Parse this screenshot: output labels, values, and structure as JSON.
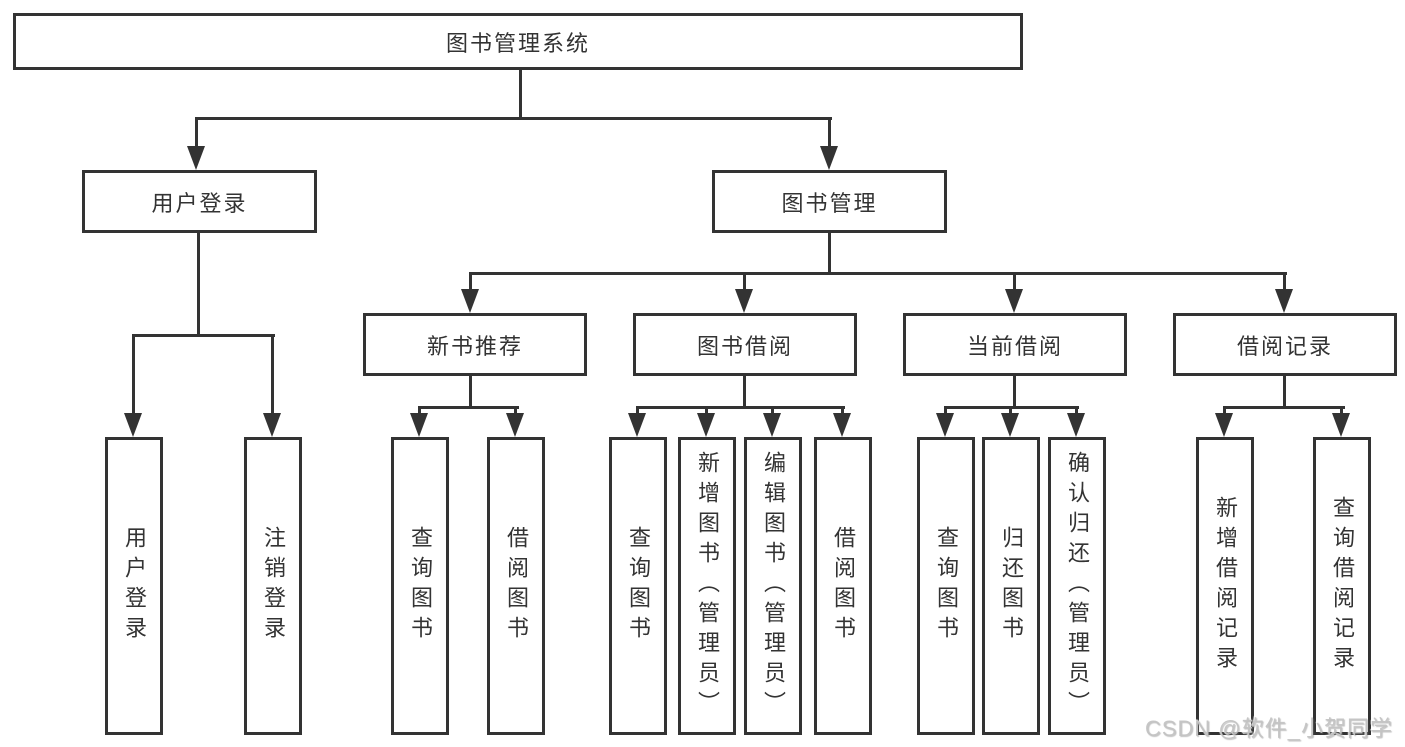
{
  "diagram": {
    "title": "图书管理系统",
    "root": {
      "label": "图书管理系统"
    },
    "level2": [
      {
        "label": "用户登录"
      },
      {
        "label": "图书管理"
      }
    ],
    "level3": [
      {
        "label": "新书推荐"
      },
      {
        "label": "图书借阅"
      },
      {
        "label": "当前借阅"
      },
      {
        "label": "借阅记录"
      }
    ],
    "children": {
      "user_login": [
        "用户登录",
        "注销登录"
      ],
      "new_books": [
        "查询图书",
        "借阅图书"
      ],
      "book_borrow": [
        "查询图书",
        "新增图书（管理员）",
        "编辑图书（管理员）",
        "借阅图书"
      ],
      "current_borrow": [
        "查询图书",
        "归还图书",
        "确认归还（管理员）"
      ],
      "borrow_records": [
        "新增借阅记录",
        "查询借阅记录"
      ]
    }
  },
  "watermark": {
    "text": "CSDN @软件_小贺同学"
  },
  "colors": {
    "line": "#333333",
    "text": "#333333",
    "background": "#ffffff",
    "watermark": "#c3c3c3"
  }
}
